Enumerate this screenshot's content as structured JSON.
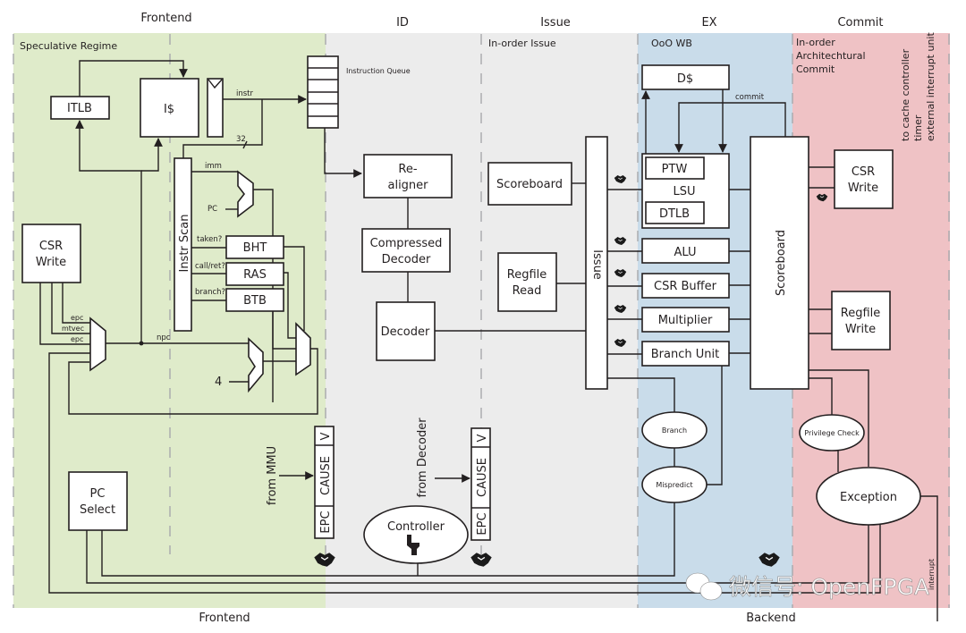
{
  "stages": {
    "frontend_top": "Frontend",
    "id": "ID",
    "issue": "Issue",
    "ex": "EX",
    "commit": "Commit",
    "frontend_bottom": "Frontend",
    "backend_bottom": "Backend"
  },
  "regions": {
    "speculative": "Speculative Regime",
    "inorder_issue": "In-order Issue",
    "ooo_wb": "OoO WB",
    "commit_line1": "In-order",
    "commit_line2": "Architechtural",
    "commit_line3": "Commit"
  },
  "colors": {
    "frontend_bg": "#dfebca",
    "id_issue_bg": "#ececec",
    "ex_bg": "#c9dcea",
    "commit_bg": "#efc2c5"
  },
  "frontend": {
    "itlb": "ITLB",
    "icache": "I$",
    "instr": "instr",
    "width32": "32",
    "imm": "imm",
    "pc": "PC",
    "instr_scan": "Instr Scan",
    "taken": "taken?",
    "callret": "call/ret?",
    "branchq": "branch?",
    "bht": "BHT",
    "ras": "RAS",
    "btb": "BTB",
    "csr_write_l1": "CSR",
    "csr_write_l2": "Write",
    "epc1": "epc",
    "mtvec": "mtvec",
    "epc2": "epc",
    "npc": "npc",
    "four": "4",
    "pc_select_l1": "PC",
    "pc_select_l2": "Select",
    "from_mmu": "from MMU",
    "exc_v": "V",
    "exc_cause": "CAUSE",
    "exc_epc": "EPC"
  },
  "id": {
    "instruction_queue": "Instruction Queue",
    "realigner_l1": "Re-",
    "realigner_l2": "aligner",
    "compressed_l1": "Compressed",
    "compressed_l2": "Decoder",
    "decoder": "Decoder",
    "controller": "Controller",
    "from_decoder": "from Decoder",
    "exc_v": "V",
    "exc_cause": "CAUSE",
    "exc_epc": "EPC"
  },
  "issue": {
    "scoreboard": "Scoreboard",
    "regfile_read_l1": "Regfile",
    "regfile_read_l2": "Read",
    "issue": "Issue"
  },
  "ex": {
    "dcache": "D$",
    "commit": "commit",
    "ptw": "PTW",
    "lsu": "LSU",
    "dtlb": "DTLB",
    "alu": "ALU",
    "csr_buffer": "CSR Buffer",
    "multiplier": "Multiplier",
    "branch_unit": "Branch Unit",
    "branch": "Branch",
    "mispredict": "Mispredict"
  },
  "commit": {
    "scoreboard": "Scoreboard",
    "csr_write_l1": "CSR",
    "csr_write_l2": "Write",
    "regfile_write_l1": "Regfile",
    "regfile_write_l2": "Write",
    "privilege_check": "Privilege Check",
    "exception": "Exception",
    "to_cache": "to cache controller",
    "timer": "timer",
    "ext_int": "external interrupt unit",
    "interrupt": "interrupt"
  },
  "watermark": "微信号: OpenFPGA"
}
